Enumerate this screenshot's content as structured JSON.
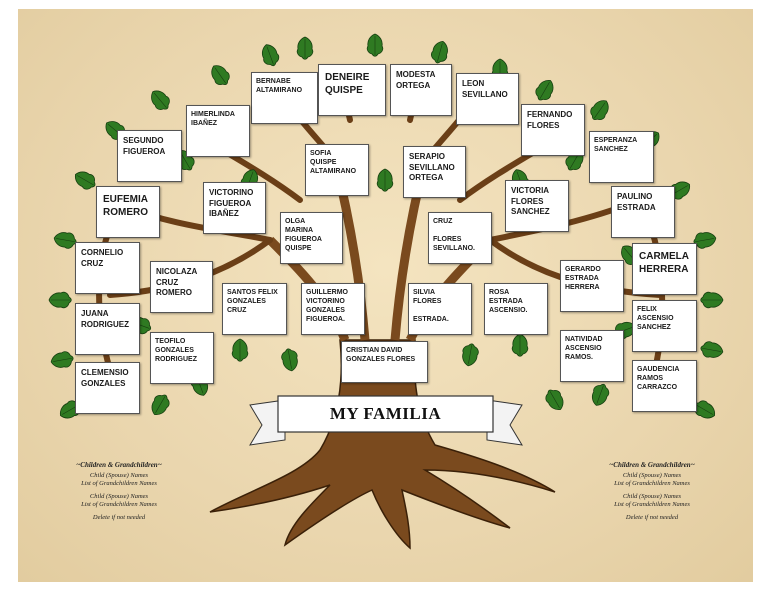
{
  "banner": {
    "title": "MY FAMILIA"
  },
  "members": {
    "bernabe": "BERNABE\nALTAMIRANO",
    "deneire": "DENEIRE\nQUISPE",
    "modesta": "MODESTA\nORTEGA",
    "leon": "LEON\nSEVILLANO",
    "himerlinda": "HIMERLINDA\nIBAÑEZ",
    "fernando": "FERNANDO\nFLORES",
    "segundo": "SEGUNDO\nFIGUEROA",
    "esperanza": "ESPERANZA\nSANCHEZ",
    "sofia": "SOFIA\nQUISPE\nALTAMIRANO",
    "serapio": "SERAPIO\nSEVILLANO\nORTEGA",
    "eufemia": "EUFEMIA\nROMERO",
    "victorino": "VICTORINO\nFIGUEROA\nIBAÑEZ",
    "victoria": "VICTORIA\nFLORES\nSANCHEZ",
    "paulino": "PAULINO\nESTRADA",
    "olga": "OLGA\nMARINA\nFIGUEROA\nQUISPE",
    "cruz_flores": "CRUZ\n\nFLORES\nSEVILLANO.",
    "cornelio": "CORNELIO\nCRUZ",
    "nicolaza": "NICOLAZA\nCRUZ\nROMERO",
    "gerardo": "GERARDO\nESTRADA\nHERRERA",
    "carmela": "CARMELA\nHERRERA",
    "santos": "SANTOS FELIX\nGONZALES\nCRUZ",
    "guillermo": "GUILLERMO\nVICTORINO\nGONZALES\nFIGUEROA.",
    "silvia": "SILVIA\nFLORES\n\nESTRADA.",
    "rosa": "ROSA\nESTRADA\nASCENSIO.",
    "juana": "JUANA\nRODRIGUEZ",
    "felix": "FELIX\nASCENSIO\nSANCHEZ",
    "teofilo": "TEOFILO\nGONZALES\nRODRIGUEZ",
    "natividad": "NATIVIDAD\nASCENSIO\nRAMOS.",
    "cristian": "CRISTIAN DAVID\nGONZALES FLORES",
    "clemensio": "CLEMENSIO\nGONZALES",
    "gaudencia": "GAUDENCIA\nRAMOS\nCARRAZCO"
  },
  "legend_left": {
    "heading": "~Children & Grandchildren~",
    "line1": "Child (Spouse) Names",
    "line2": "List of Grandchildren Names",
    "line3": "Child (Spouse) Names",
    "line4": "List of Grandchildren Names",
    "line5": "Delete if not needed"
  },
  "legend_right": {
    "heading": "~Children & Grandchildren~",
    "line1": "Child (Spouse) Names",
    "line2": "List of Grandchildren Names",
    "line3": "Child (Spouse) Names",
    "line4": "List of Grandchildren Names",
    "line5": "Delete if not needed"
  },
  "colors": {
    "trunk": "#7a4a1e",
    "trunk_dark": "#4a2a0e",
    "leaf": "#2f7a22",
    "leaf_dark": "#1d4f15",
    "paper": "#ecd9b1"
  }
}
